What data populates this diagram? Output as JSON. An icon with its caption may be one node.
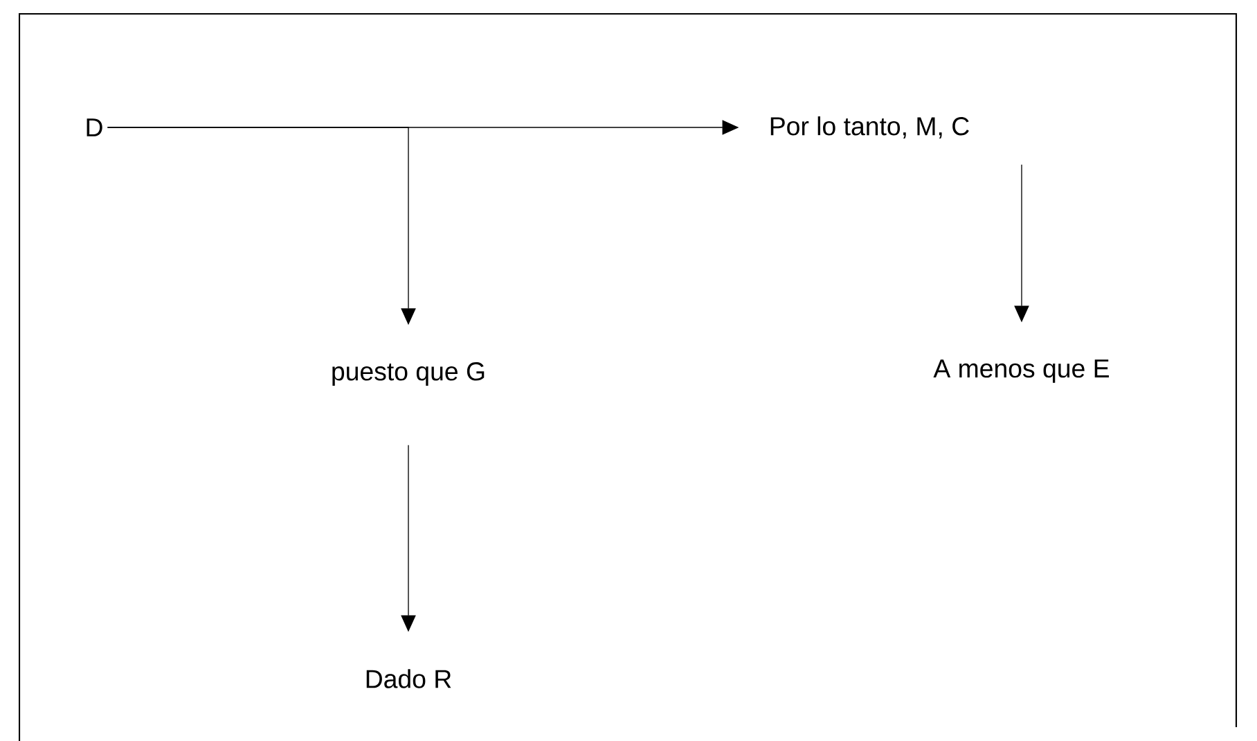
{
  "diagram": {
    "nodes": [
      {
        "text": [
          "D"
        ]
      },
      {
        "text": [
          "Por lo tanto, M, C"
        ]
      },
      {
        "text": [
          "puesto que G"
        ]
      },
      {
        "text": [
          "Dado R"
        ]
      },
      {
        "text": [
          "A menos que E"
        ]
      }
    ],
    "edges": [
      {
        "from": 0,
        "to": 1,
        "arrow": "to"
      },
      {
        "from": 0,
        "to": 2,
        "arrow": "to"
      },
      {
        "from": 2,
        "to": 3,
        "arrow": "to"
      },
      {
        "from": 1,
        "to": 4,
        "arrow": "to"
      }
    ]
  }
}
